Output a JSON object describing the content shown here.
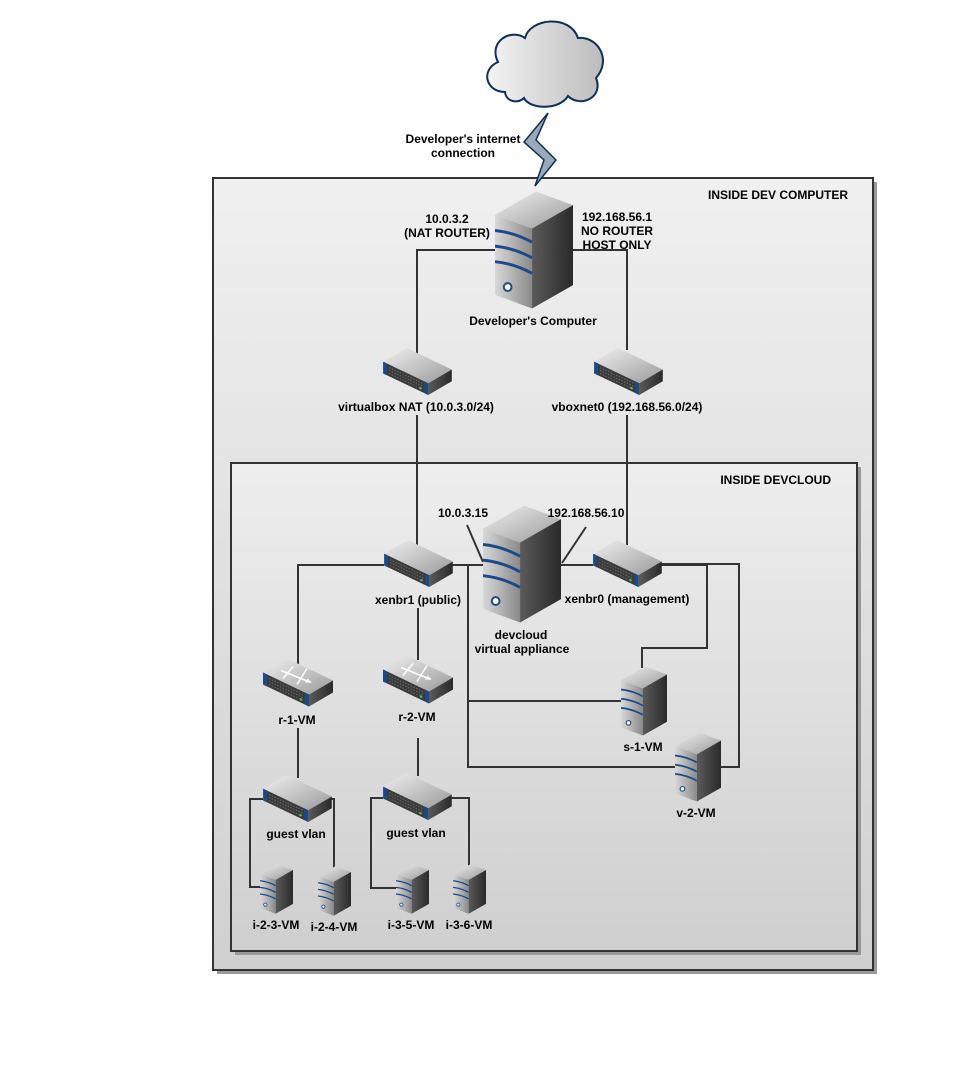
{
  "regions": {
    "dev_computer": "INSIDE DEV COMPUTER",
    "devcloud": "INSIDE DEVCLOUD"
  },
  "internet": {
    "label_line1": "Developer's internet",
    "label_line2": "connection"
  },
  "dev_computer": {
    "label": "Developer's Computer",
    "nat_ip": "10.0.3.2",
    "nat_note": "(NAT ROUTER)",
    "hostonly_ip": "192.168.56.1",
    "hostonly_note1": "NO ROUTER",
    "hostonly_note2": "HOST ONLY"
  },
  "networks": {
    "nat": "virtualbox NAT (10.0.3.0/24)",
    "hostonly": "vboxnet0 (192.168.56.0/24)"
  },
  "devcloud": {
    "label1": "devcloud",
    "label2": "virtual appliance",
    "ip_public": "10.0.3.15",
    "ip_mgmt": "192.168.56.10"
  },
  "bridges": {
    "public": "xenbr1 (public)",
    "management": "xenbr0 (management)"
  },
  "vms": {
    "r1": "r-1-VM",
    "r2": "r-2-VM",
    "s1": "s-1-VM",
    "v2": "v-2-VM",
    "vlan1": "guest vlan",
    "vlan2": "guest vlan",
    "i23": "i-2-3-VM",
    "i24": "i-2-4-VM",
    "i35": "i-3-5-VM",
    "i36": "i-3-6-VM"
  },
  "colors": {
    "accent": "#1a4a8a",
    "line": "#333333",
    "cloud_stroke": "#0d2f5a"
  }
}
